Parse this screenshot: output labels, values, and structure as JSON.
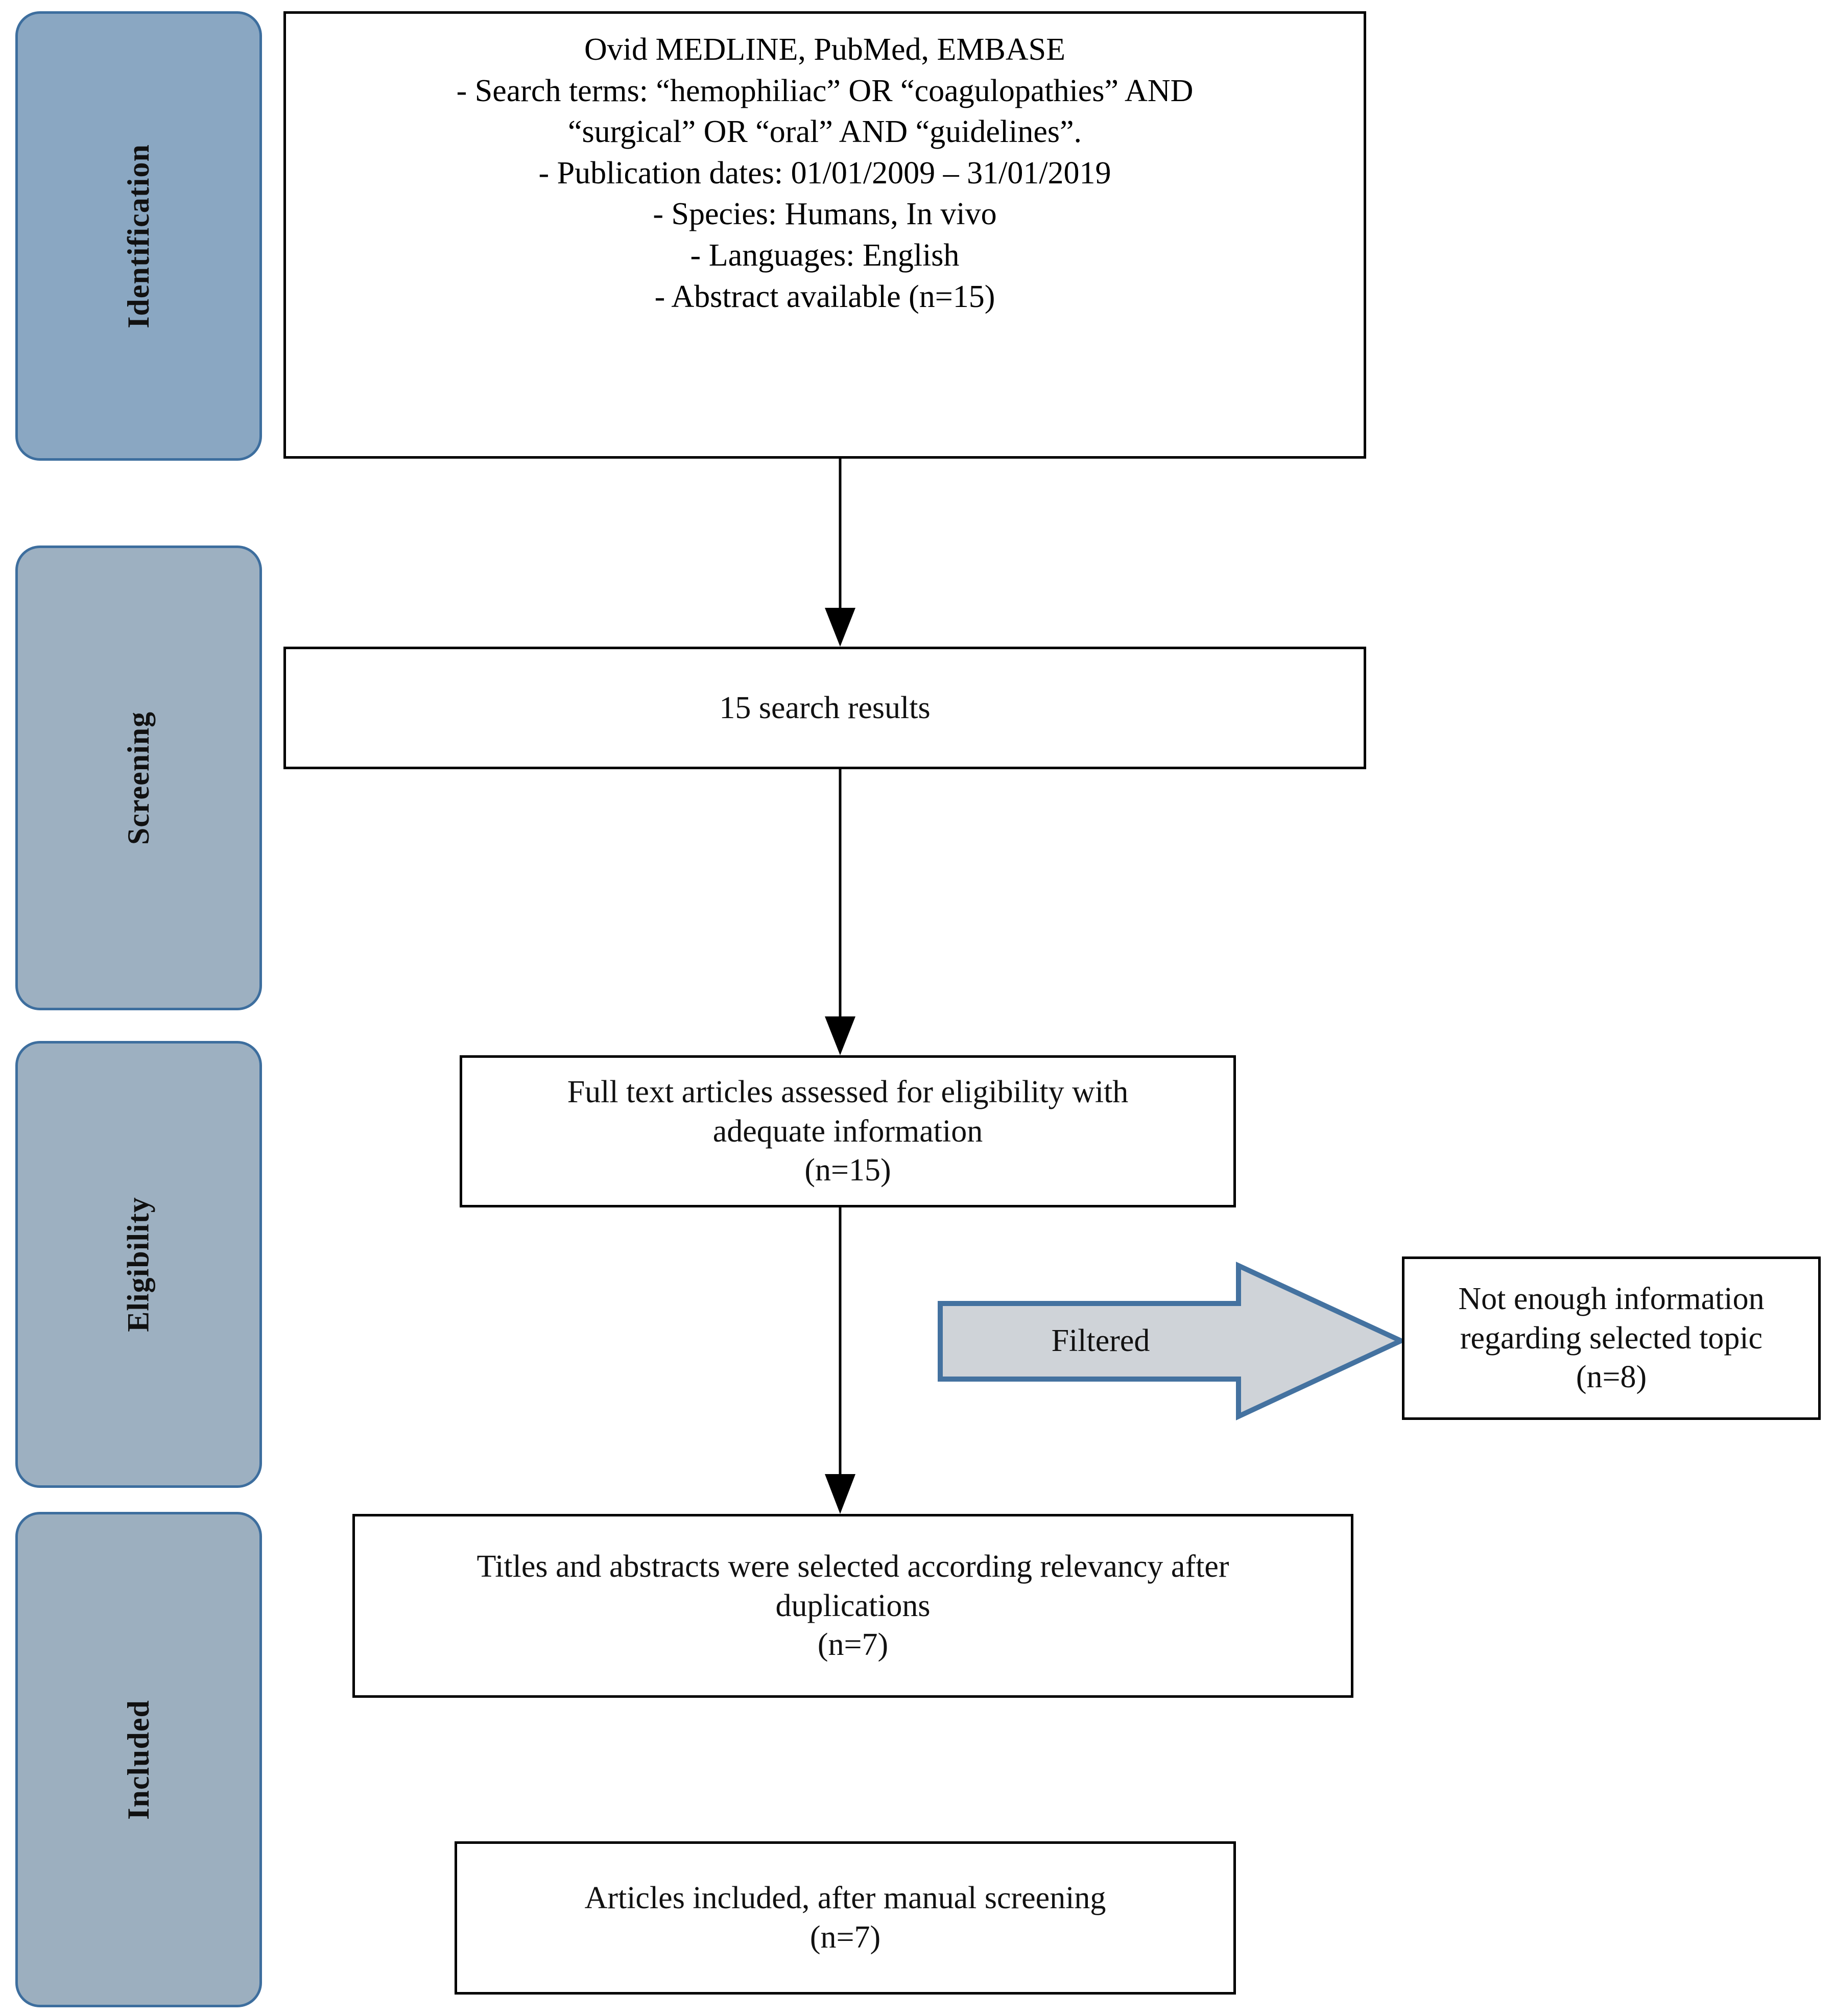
{
  "diagram": {
    "type": "PRISMA flow diagram",
    "stages": [
      {
        "id": "identification",
        "label": "Identification"
      },
      {
        "id": "screening",
        "label": "Screening"
      },
      {
        "id": "eligibility",
        "label": "Eligibility"
      },
      {
        "id": "included",
        "label": "Included"
      }
    ],
    "colors": {
      "rail_fill_identification": "#8aa7c2",
      "rail_fill_screening": "#9db0c1",
      "rail_fill_eligibility": "#9db0c1",
      "rail_fill_included": "#9cafbf",
      "rail_border": "#3d6e9e",
      "box_border": "#000000",
      "box_fill": "#ffffff",
      "arrow_fill": "#cfd3d8",
      "arrow_border": "#4472a0",
      "text": "#111111"
    },
    "boxes": {
      "identification": {
        "lines": [
          "Ovid MEDLINE, PubMed, EMBASE",
          "-   Search terms: “hemophiliac” OR “coagulopathies” AND",
          "“surgical” OR “oral” AND “guidelines”.",
          "-   Publication dates: 01/01/2009 – 31/01/2019",
          "- Species: Humans, In vivo",
          "- Languages:  English",
          "- Abstract available (n=15)"
        ]
      },
      "search_results": {
        "text": "15 search results"
      },
      "eligibility_assessed": {
        "text": "Full text articles assessed for eligibility with\nadequate information\n(n=15)"
      },
      "excluded": {
        "text": "Not enough information\nregarding selected topic\n(n=8)"
      },
      "titles_abstracts": {
        "text": "Titles and abstracts were selected according relevancy  after\nduplications\n(n=7)"
      },
      "articles_included": {
        "text": "Articles included, after manual screening\n(n=7)"
      }
    },
    "arrows": {
      "filtered": {
        "label": "Filtered"
      }
    },
    "counts": {
      "abstract_available": 15,
      "search_results": 15,
      "full_text_assessed": 15,
      "excluded_not_enough_info": 8,
      "titles_abstracts_selected": 7,
      "articles_included": 7
    }
  }
}
